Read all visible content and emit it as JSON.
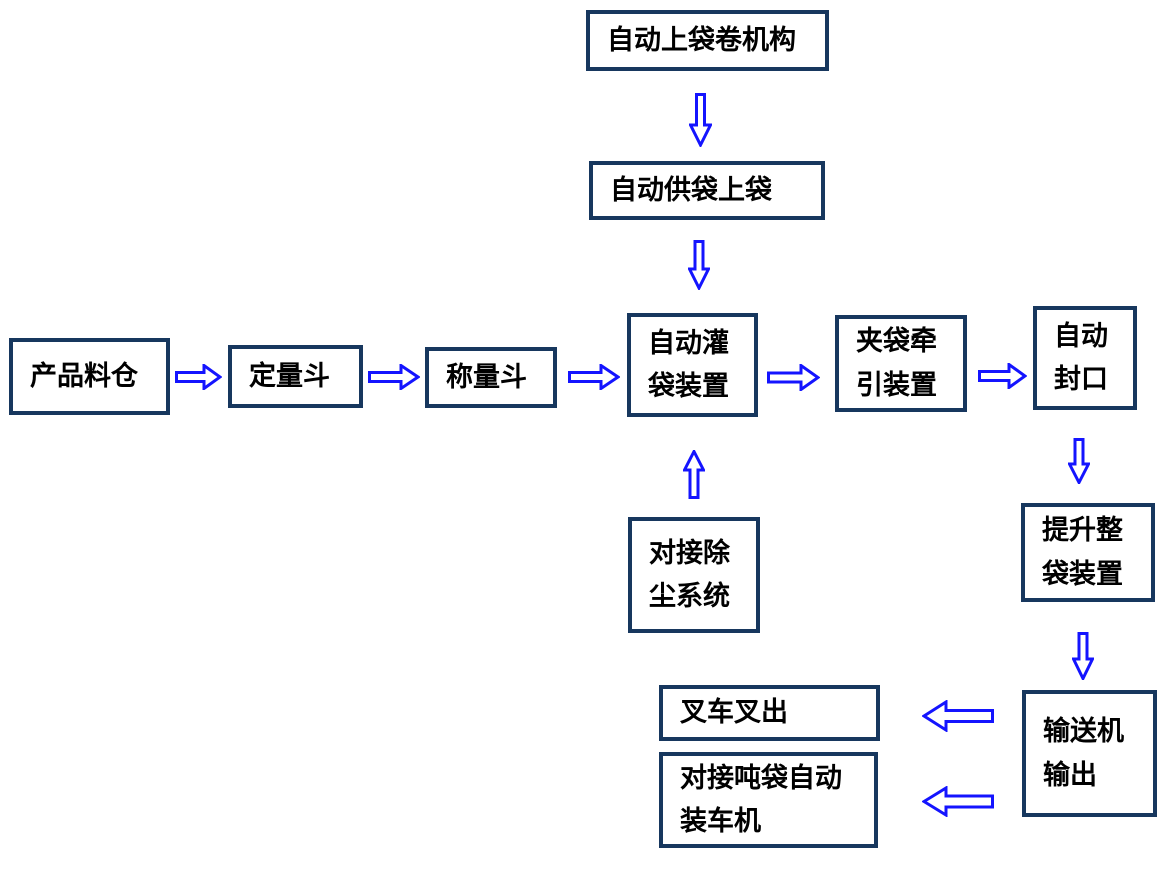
{
  "diagram": {
    "type": "flowchart",
    "language": "zh-CN",
    "background_color": "#ffffff",
    "box_border_color": "#17375e",
    "arrow_color": "#1414ff",
    "text_color": "#000000",
    "nodes": [
      {
        "id": "auto-bag-roll-mechanism",
        "label": "自动上袋卷机构"
      },
      {
        "id": "auto-bag-supply",
        "label": "自动供袋上袋"
      },
      {
        "id": "product-silo",
        "label": "产品料仓"
      },
      {
        "id": "quantitative-hopper",
        "label": "定量斗"
      },
      {
        "id": "weighing-hopper",
        "label": "称量斗"
      },
      {
        "id": "auto-filling-device",
        "label": "自动灌\n袋装置"
      },
      {
        "id": "bag-clamp-traction-device",
        "label": "夹袋牵\n引装置"
      },
      {
        "id": "auto-sealing",
        "label": "自动\n封口"
      },
      {
        "id": "dust-removal-system",
        "label": "对接除\n尘系统"
      },
      {
        "id": "bag-lifting-device",
        "label": "提升整\n袋装置"
      },
      {
        "id": "conveyor-output",
        "label": "输送机\n输出"
      },
      {
        "id": "forklift-out",
        "label": "叉车叉出"
      },
      {
        "id": "ton-bag-truck-loader",
        "label": "对接吨袋自动\n装车机"
      }
    ],
    "edges": [
      {
        "from": "auto-bag-roll-mechanism",
        "to": "auto-bag-supply",
        "direction": "down"
      },
      {
        "from": "auto-bag-supply",
        "to": "auto-filling-device",
        "direction": "down"
      },
      {
        "from": "product-silo",
        "to": "quantitative-hopper",
        "direction": "right"
      },
      {
        "from": "quantitative-hopper",
        "to": "weighing-hopper",
        "direction": "right"
      },
      {
        "from": "weighing-hopper",
        "to": "auto-filling-device",
        "direction": "right"
      },
      {
        "from": "auto-filling-device",
        "to": "bag-clamp-traction-device",
        "direction": "right"
      },
      {
        "from": "bag-clamp-traction-device",
        "to": "auto-sealing",
        "direction": "right"
      },
      {
        "from": "dust-removal-system",
        "to": "auto-filling-device",
        "direction": "up"
      },
      {
        "from": "auto-sealing",
        "to": "bag-lifting-device",
        "direction": "down"
      },
      {
        "from": "bag-lifting-device",
        "to": "conveyor-output",
        "direction": "down"
      },
      {
        "from": "conveyor-output",
        "to": "forklift-out",
        "direction": "left"
      },
      {
        "from": "conveyor-output",
        "to": "ton-bag-truck-loader",
        "direction": "left"
      }
    ]
  }
}
